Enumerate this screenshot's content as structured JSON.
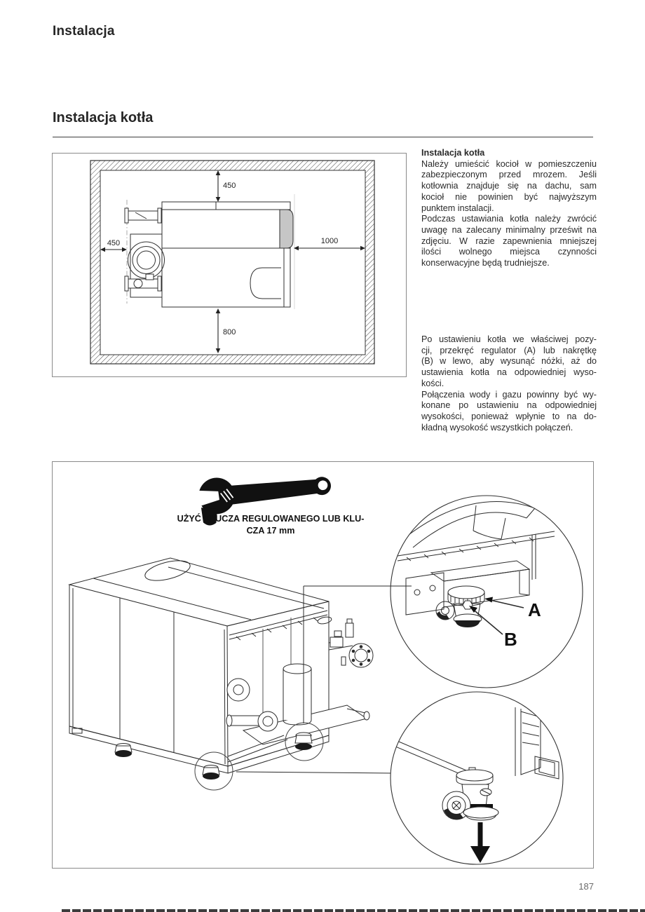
{
  "page": {
    "kicker": "Instalacja",
    "section_title": "Instalacja kotła",
    "page_number": "187"
  },
  "text_col": {
    "heading": "Instalacja kotła",
    "para1_lines": [
      "Należy umieścić kocioł w pomieszczeniu",
      "zabezpieczonym przed mrozem. Jeśli",
      "kotłownia znajduje się na dachu, sam",
      "kocioł nie powinien być najwyższym",
      "punktem instalacji."
    ],
    "para2_lines": [
      "Podczas ustawiania kotła należy zwrócić",
      "uwagę na zalecany minimalny prześwit na",
      "zdjęciu. W razie zapewnienia mniejszej",
      "ilości wolnego miejsca czynności",
      "konserwacyjne będą trudniejsze."
    ],
    "para3_lines": [
      "Po ustawieniu kotła we właściwej pozy-",
      "cji, przekręć regulator (A) lub nakrętkę",
      "(B) w lewo, aby wysunąć nóżki, aż do",
      "ustawienia kotła na odpowiedniej wyso-",
      "kości."
    ],
    "para4_lines": [
      "Połączenia wody i gazu powinny być wy-",
      "konane po ustawieniu na odpowiedniej",
      "wysokości, ponieważ wpłynie to na do-",
      "kładną wysokość wszystkich połączeń."
    ]
  },
  "figure1": {
    "dim_top": "450",
    "dim_left": "450",
    "dim_right": "1000",
    "dim_bottom": "800"
  },
  "figure2": {
    "caption_line1": "UŻYĆ KLUCZA REGULOWANEGO LUB KLU-",
    "caption_line2": "CZA 17 mm",
    "label_a": "A",
    "label_b": "B"
  }
}
